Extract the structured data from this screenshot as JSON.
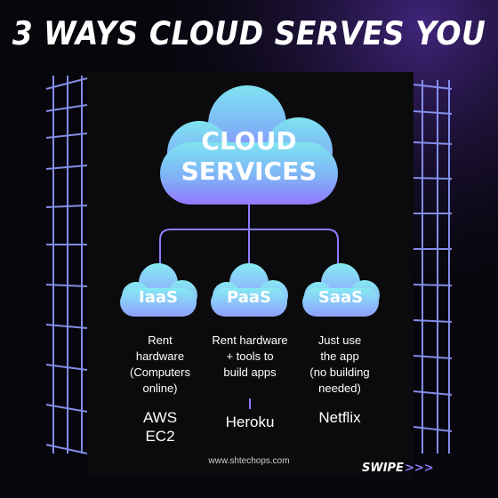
{
  "title": "3 WAYS CLOUD SERVES YOU",
  "main_cloud": {
    "line1": "CLOUD",
    "line2": "SERVICES"
  },
  "services": [
    {
      "label": "IaaS",
      "desc": [
        "Rent",
        "hardware",
        "(Computers",
        "online)"
      ],
      "example": [
        "AWS",
        "EC2"
      ]
    },
    {
      "label": "PaaS",
      "desc": [
        "Rent hardware",
        "+ tools to",
        "build apps"
      ],
      "example": [
        "Heroku"
      ]
    },
    {
      "label": "SaaS",
      "desc": [
        "Just use",
        "the app",
        "(no building",
        "needed)"
      ],
      "example": [
        "Netflix"
      ]
    }
  ],
  "footer": {
    "url": "www.shtechops.com",
    "swipe": "SWIPE",
    "swipe_arrows": ">>>"
  },
  "colors": {
    "accent": "#8b7dff",
    "cloud_top": "#7ee3f0",
    "cloud_bottom": "#8f74ff",
    "grid": "#8f9cff"
  }
}
